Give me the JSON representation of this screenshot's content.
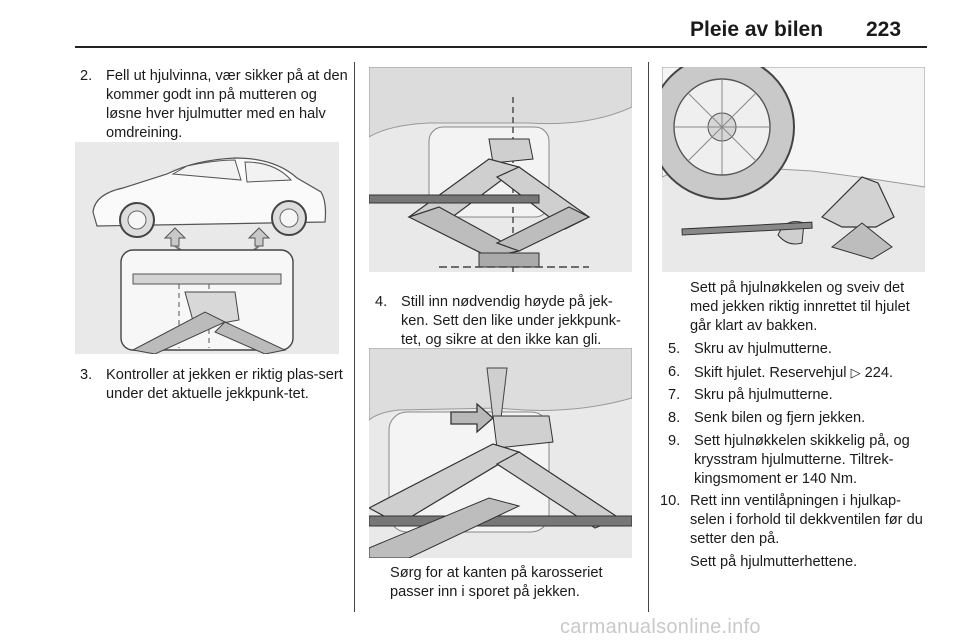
{
  "header": {
    "title": "Pleie av bilen",
    "page_number": "223"
  },
  "left_column": {
    "step2": {
      "number": "2.",
      "text": "Fell ut hjulvinna, vær sikker på at den kommer godt inn på mutteren og løsne hver hjulmutter med en halv omdreining."
    },
    "step3": {
      "number": "3.",
      "text": "Kontroller at jekken er riktig plas-sert under det aktuelle jekkpunk-tet."
    }
  },
  "middle_column": {
    "step4": {
      "number": "4.",
      "text": "Still inn nødvendig høyde på jek-ken. Sett den like under jekkpunk-tet, og sikre at den ikke kan gli."
    },
    "caption": "Sørg for at kanten på karosseriet passer inn i sporet på jekken."
  },
  "right_column": {
    "intro": "Sett på hjulnøkkelen og sveiv det med jekken riktig innrettet til hjulet går klart av bakken.",
    "steps": [
      {
        "number": "5.",
        "text": "Skru av hjulmutterne."
      },
      {
        "number": "6.",
        "text": "Skift hjulet. Reservehjul",
        "ref_icon": "arrow-ref-icon",
        "ref_page": "224."
      },
      {
        "number": "7.",
        "text": "Skru på hjulmutterne."
      },
      {
        "number": "8.",
        "text": "Senk bilen og fjern jekken."
      },
      {
        "number": "9.",
        "text": "Sett hjulnøkkelen skikkelig på, og krysstram hjulmutterne. Tiltrek-kingsmoment er 140 Nm."
      },
      {
        "number": "10.",
        "text": "Rett inn ventilåpningen i hjulkap-selen i forhold til dekkventilen før du setter den på."
      }
    ],
    "final_note": "Sett på hjulmutterhettene."
  },
  "watermark": "carmanualsonline.info",
  "colors": {
    "figure_bg": "#e9e9e9",
    "line_art": "#3a3a3a",
    "highlight_arrow": "#b8b8b8"
  }
}
